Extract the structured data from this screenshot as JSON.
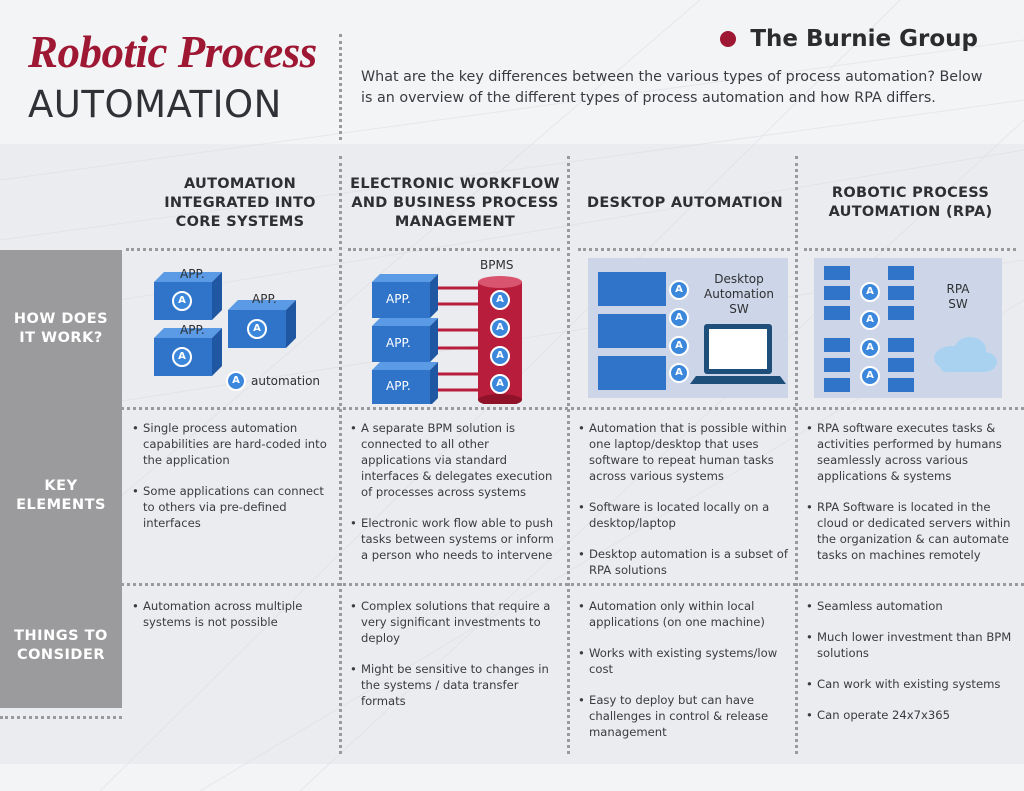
{
  "header": {
    "title_script": "Robotic Process",
    "title_main": "AUTOMATION",
    "brand": "The Burnie Group",
    "intro": "What are the key differences between the various types of process automation? Below is an overview of the different types of process automation and how RPA differs."
  },
  "rows": {
    "how": "HOW DOES IT WORK?",
    "key": "KEY ELEMENTS",
    "things": "THINGS TO CONSIDER"
  },
  "columns": [
    {
      "heading": "AUTOMATION INTEGRATED INTO CORE SYSTEMS",
      "diagram": {
        "app1": "APP.",
        "app2": "APP.",
        "app3": "APP.",
        "badge": "A",
        "legend": "automation"
      },
      "key_elements": [
        "Single process automation capabilities are hard-coded into the application",
        "Some applications can connect to others via pre-defined interfaces"
      ],
      "things": [
        "Automation across multiple systems is not possible"
      ]
    },
    {
      "heading": "ELECTRONIC WORKFLOW AND BUSINESS PROCESS MANAGEMENT",
      "diagram": {
        "bpms": "BPMS",
        "app1": "APP.",
        "app2": "APP.",
        "app3": "APP.",
        "badge": "A"
      },
      "key_elements": [
        "A separate BPM solution is connected to all other applications via standard interfaces & delegates execution of processes across systems",
        "Electronic work flow able to push tasks between systems or inform a person who needs to intervene"
      ],
      "things": [
        "Complex solutions that require a very significant investments to deploy",
        "Might be sensitive to changes in the systems / data transfer formats"
      ]
    },
    {
      "heading": "DESKTOP AUTOMATION",
      "diagram": {
        "label_line1": "Desktop",
        "label_line2": "Automation",
        "label_line3": "SW",
        "badge": "A"
      },
      "key_elements": [
        "Automation that is possible within one laptop/desktop that uses software to repeat human tasks across various systems",
        "Software is located locally on a desktop/laptop",
        "Desktop automation is a subset of RPA solutions"
      ],
      "things": [
        "Automation only within local applications (on one machine)",
        "Works with existing systems/low cost",
        "Easy to deploy but can have challenges in control & release management"
      ]
    },
    {
      "heading": "ROBOTIC PROCESS AUTOMATION (RPA)",
      "diagram": {
        "label_line1": "RPA",
        "label_line2": "SW",
        "badge": "A"
      },
      "key_elements": [
        "RPA software executes tasks & activities performed by humans seamlessly across various applications & systems",
        "RPA Software is located in the cloud or dedicated servers within the organization & can automate tasks on machines remotely"
      ],
      "things": [
        "Seamless automation",
        "Much lower investment than BPM solutions",
        "Can work with existing systems",
        "Can operate 24x7x365"
      ]
    }
  ],
  "colors": {
    "brand_red": "#9e1733",
    "cube_blue": "#2f74c9",
    "cube_dark": "#1f57a3",
    "label_gray": "#9b9b9d",
    "bpms_red": "#b81e3c",
    "panel_bg": "#ccd6e8"
  }
}
